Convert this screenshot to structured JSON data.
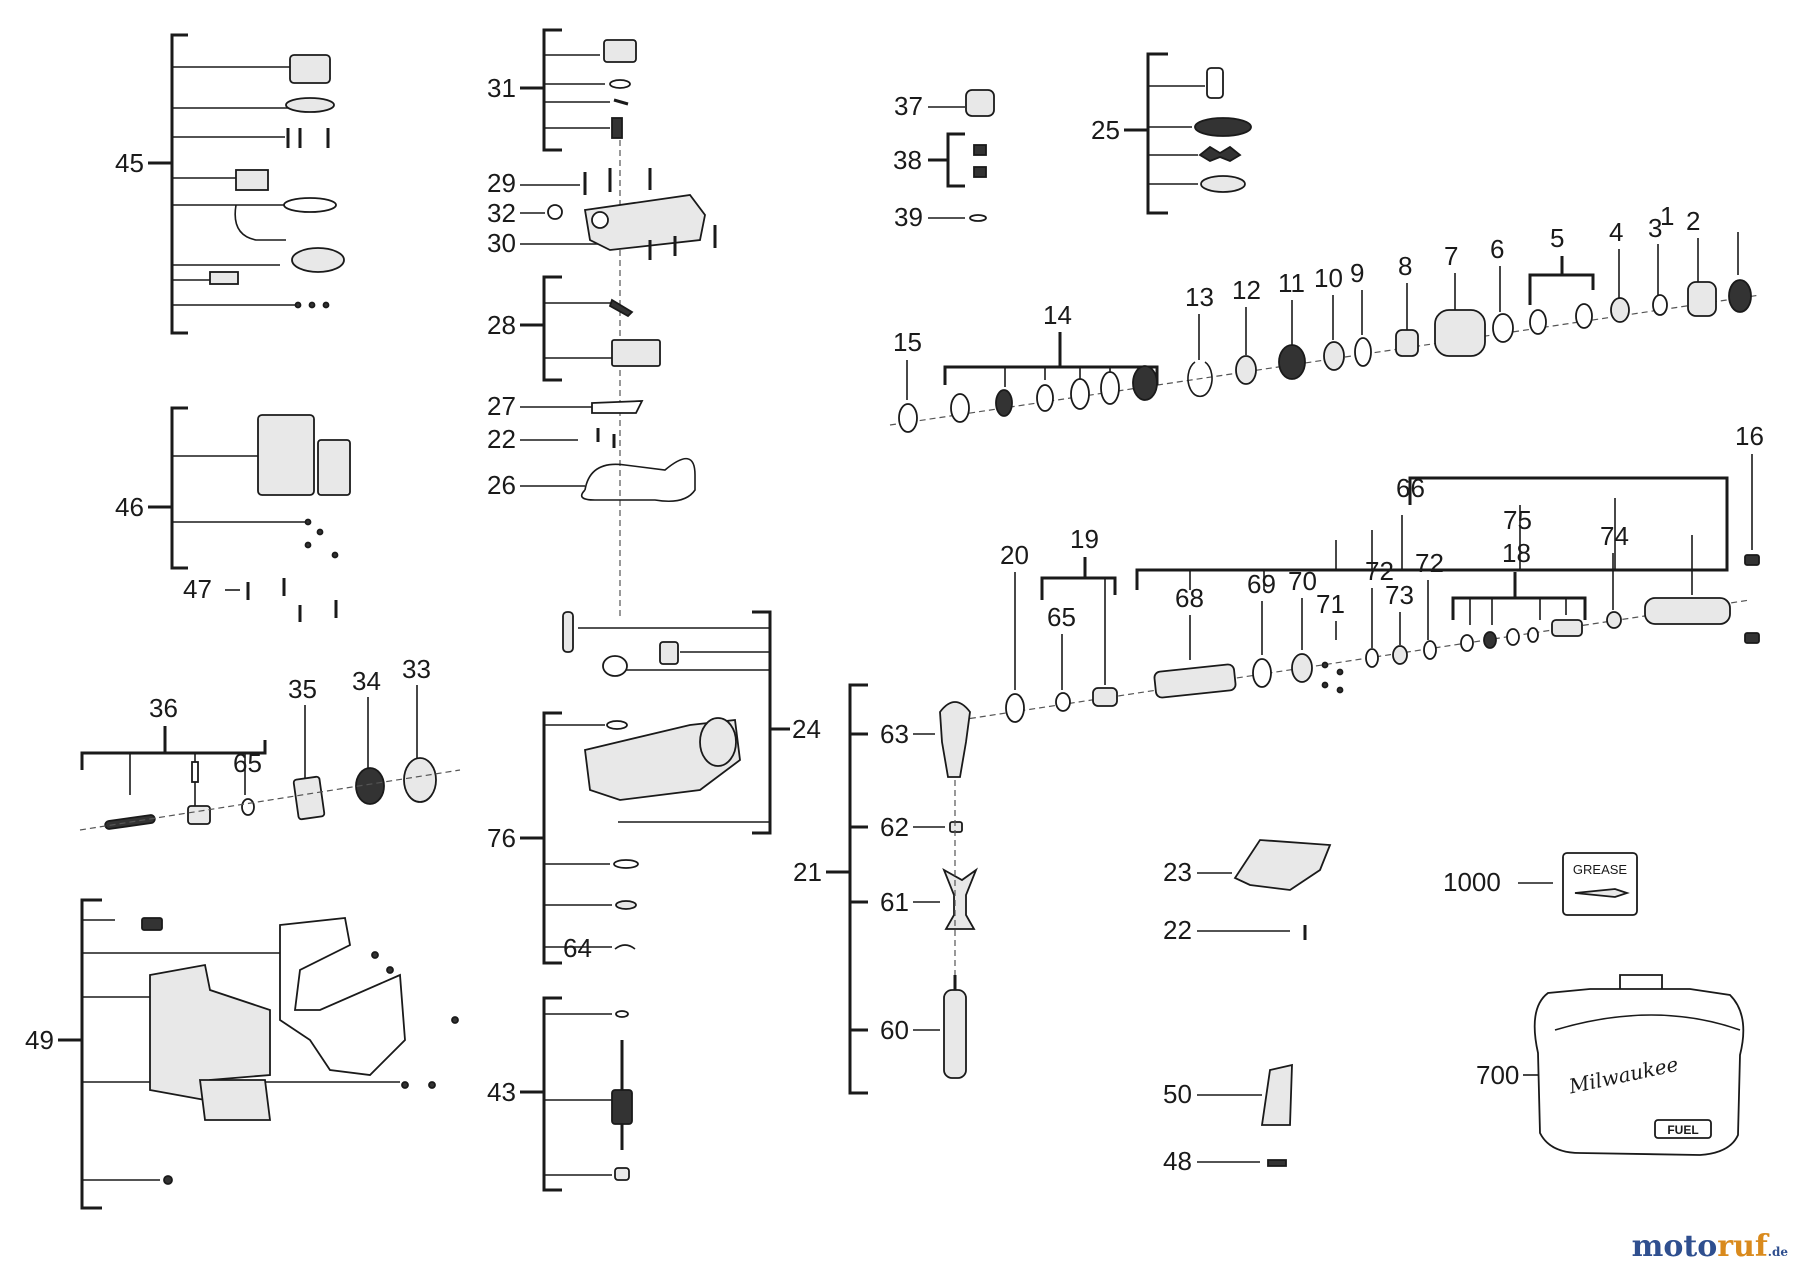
{
  "labels": {
    "l1": "1",
    "l2": "2",
    "l3": "3",
    "l4": "4",
    "l5": "5",
    "l6": "6",
    "l7": "7",
    "l8": "8",
    "l9": "9",
    "l10": "10",
    "l11": "11",
    "l12": "12",
    "l13": "13",
    "l14": "14",
    "l15": "15",
    "l16": "16",
    "l18": "18",
    "l19": "19",
    "l20": "20",
    "l21": "21",
    "l22a": "22",
    "l22b": "22",
    "l23": "23",
    "l24": "24",
    "l25": "25",
    "l26": "26",
    "l27": "27",
    "l28": "28",
    "l29": "29",
    "l30": "30",
    "l31": "31",
    "l32": "32",
    "l33": "33",
    "l34": "34",
    "l35": "35",
    "l36": "36",
    "l37": "37",
    "l38": "38",
    "l39": "39",
    "l43": "43",
    "l45": "45",
    "l46": "46",
    "l47": "47",
    "l48": "48",
    "l49": "49",
    "l50": "50",
    "l60": "60",
    "l61": "61",
    "l62": "62",
    "l63": "63",
    "l64": "64",
    "l65a": "65",
    "l65b": "65",
    "l66": "66",
    "l68": "68",
    "l69": "69",
    "l70": "70",
    "l71": "71",
    "l72a": "72",
    "l72b": "72",
    "l73": "73",
    "l74": "74",
    "l75": "75",
    "l76": "76",
    "l700": "700",
    "l1000": "1000"
  },
  "grease_label": "GREASE",
  "case_brand": "Milwaukee",
  "case_badge": "FUEL",
  "watermark": {
    "main": "moto",
    "accent": "ruf",
    "suffix": ".de"
  }
}
